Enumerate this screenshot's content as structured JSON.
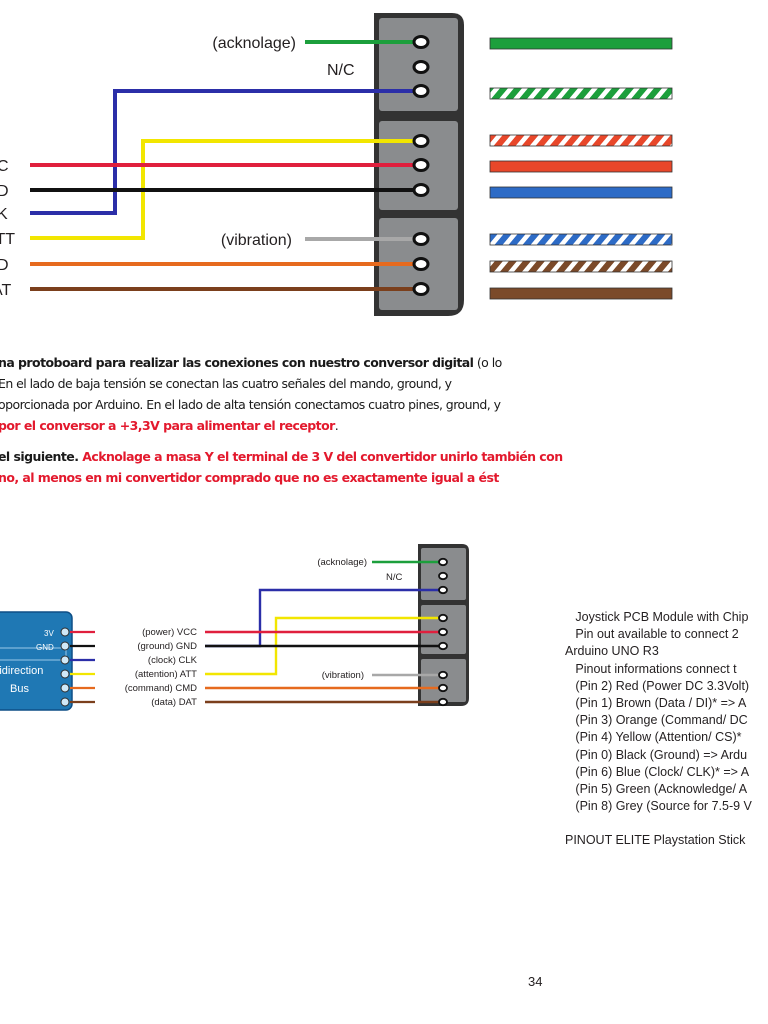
{
  "diagram1": {
    "label_acknolage": "(acknolage)",
    "label_nc": "N/C",
    "label_vibration": "(vibration)",
    "left_labels": [
      "C",
      "D",
      "K",
      "ATT",
      "D",
      "AT"
    ],
    "wire_swatches": [
      {
        "color": "#1c9f3c",
        "pattern": "solid"
      },
      {
        "color": "#1c9f3c",
        "pattern": "stripe"
      },
      {
        "color": "#e8472a",
        "pattern": "stripe"
      },
      {
        "color": "#e8472a",
        "pattern": "solid"
      },
      {
        "color": "#2d6bc6",
        "pattern": "solid"
      },
      {
        "color": "#2d6bc6",
        "pattern": "stripe"
      },
      {
        "color": "#7b4a2a",
        "pattern": "stripe"
      },
      {
        "color": "#7b4a2a",
        "pattern": "solid"
      }
    ]
  },
  "text_block": {
    "line1_bold": "na protoboard para realizar las conexiones con nuestro conversor digital",
    "line1_rest": " (o lo",
    "line2": "En el lado de baja tensión se conectan las cuatro señales del mando, ground, y",
    "line3": "oporcionada por Arduino. En el lado de alta tensión conectamos cuatro pines, ground, y",
    "line4_red": "por el conversor a +3,3V para alimentar el receptor",
    "line4_end": ".",
    "line5_bold": "el siguiente.",
    "line5_red": " Acknolage a masa Y  el terminal de 3 V del convertidor unirlo también con",
    "line6_red": "no, al menos en mi convertidor comprado que no es exactamente igual a ést"
  },
  "diagram2": {
    "label_acknolage": "(acknolage)",
    "label_nc": "N/C",
    "label_vibration": "(vibration)",
    "board_labels": [
      "3V",
      "GND",
      "Bidirection",
      "Bus"
    ],
    "left_labels": [
      "(power) VCC",
      "(ground) GND",
      "(clock) CLK",
      "(attention) ATT",
      "(command) CMD",
      "(data) DAT"
    ]
  },
  "notes": [
    "   Joystick PCB Module with Chip",
    "   Pin out available to connect 2",
    "Arduino UNO R3",
    "   Pinout informations connect t",
    "   (Pin 2) Red (Power DC 3.3Volt)",
    "   (Pin 1) Brown (Data / DI)* => A",
    "   (Pin 3) Orange (Command/ DC",
    "   (Pin 4) Yellow (Attention/ CS)*",
    "   (Pin 0) Black (Ground) => Ardu",
    "   (Pin 6) Blue (Clock/ CLK)* => A",
    "   (Pin 5) Green (Acknowledge/ A",
    "   (Pin 8) Grey (Source for 7.5-9 V",
    "",
    "PINOUT ELITE Playstation Stick"
  ],
  "page_number": "34"
}
